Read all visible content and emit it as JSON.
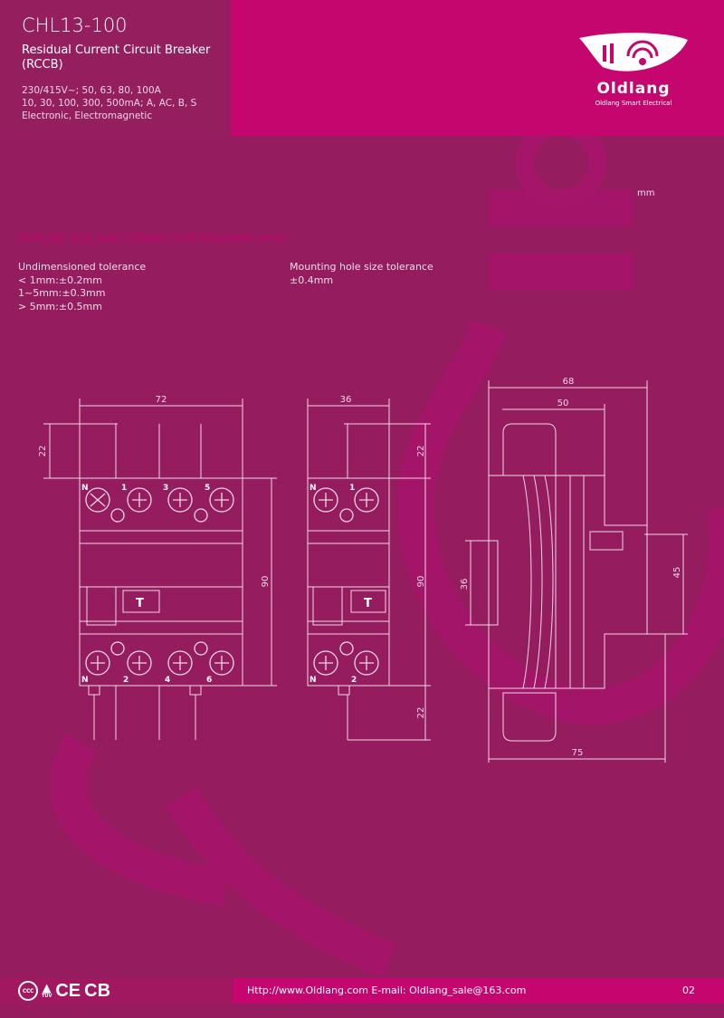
{
  "header": {
    "model": "CHL13-100",
    "product_name": "Residual Current Circuit Breaker (RCCB)",
    "specs": [
      "230/415V~;  50, 63, 80, 100A",
      "10, 30, 100, 300, 500mA;  A, AC, B, S",
      "Electronic, Electromagnetic"
    ]
  },
  "logo": {
    "brand": "Oldlang",
    "tagline": "Oldlang Smart Electrical"
  },
  "unit_label": "mm",
  "section_title": "OUTLINE SIZE AND CONNECTION DIAGRAM (mm)",
  "tolerances": {
    "undimensioned": {
      "title": "Undimensioned tolerance",
      "lines": [
        " < 1mm:±0.2mm",
        "1~5mm:±0.3mm",
        " > 5mm:±0.5mm"
      ]
    },
    "mounting": {
      "title": "Mounting hole size tolerance",
      "lines": [
        " ±0.4mm"
      ]
    }
  },
  "diagrams": {
    "four_pole": {
      "width": "72",
      "prong": "22",
      "height": "90",
      "top_terminals": [
        "N",
        "1",
        "3",
        "5"
      ],
      "bottom_terminals": [
        "N",
        "2",
        "4",
        "6"
      ],
      "test_button": "T"
    },
    "two_pole": {
      "width": "36",
      "prong_top": "22",
      "height": "90",
      "prong_bottom": "22",
      "top_terminals": [
        "N",
        "1"
      ],
      "bottom_terminals": [
        "N",
        "2"
      ],
      "test_button": "T"
    },
    "side": {
      "depth_total": "68",
      "depth_body": "50",
      "depth_overall": "75",
      "rail": "36",
      "front": "45"
    }
  },
  "footer": {
    "certifications": [
      "CCC",
      "TÜV",
      "CE",
      "CB"
    ],
    "contact": "Http://www.Oldlang.com   E-mail: Oldlang_sale@163.com",
    "page": "02"
  },
  "colors": {
    "background": "#951d5f",
    "accent": "#c5066e"
  }
}
